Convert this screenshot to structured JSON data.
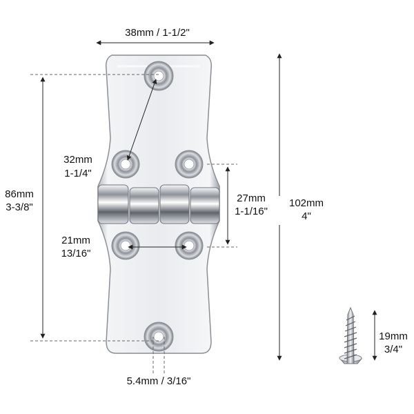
{
  "dimensions": {
    "top_width": "38mm / 1-1/2\"",
    "length_mm": "86mm",
    "length_in": "3-3/8\"",
    "hole_diag_mm": "32mm",
    "hole_diag_in": "1-1/4\"",
    "hole_span_mm": "21mm",
    "hole_span_in": "13/16\"",
    "pin_gap_mm": "27mm",
    "pin_gap_in": "1-1/16\"",
    "total_mm": "102mm",
    "total_in": "4\"",
    "hole_dia": "5.4mm / 3/16\"",
    "screw_mm": "19mm",
    "screw_in": "3/4\""
  },
  "colors": {
    "line": "#222222",
    "dash": "#666666",
    "metal_light": "#f4f5f7",
    "metal_mid": "#c9ccd1",
    "metal_dark": "#6d7178"
  }
}
